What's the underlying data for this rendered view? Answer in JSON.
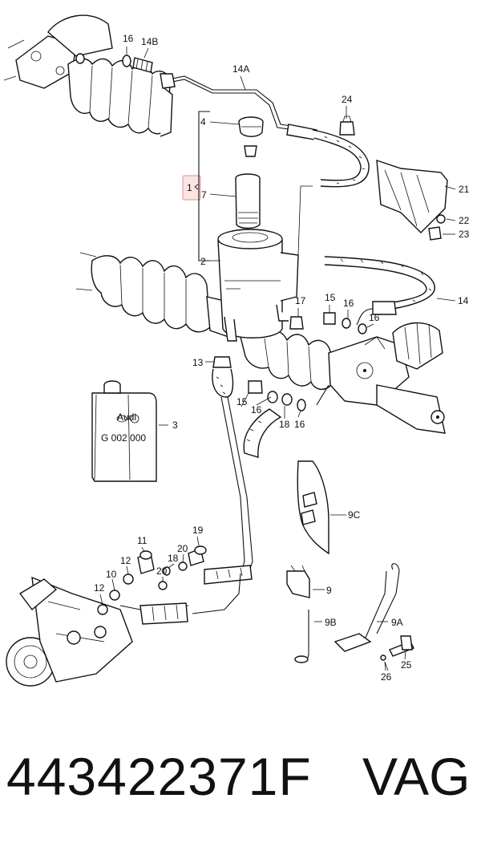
{
  "callouts": {
    "c1": "1",
    "c2": "2",
    "c3": "3",
    "c4": "4",
    "c7": "7",
    "c9": "9",
    "c9a": "9A",
    "c9b": "9B",
    "c9c": "9C",
    "c10": "10",
    "c11": "11",
    "c12a": "12",
    "c12b": "12",
    "c13": "13",
    "c14": "14",
    "c14a": "14A",
    "c14b": "14B",
    "c15a": "15",
    "c15b": "15",
    "c16a": "16",
    "c16b": "16",
    "c16c": "16",
    "c16d": "16",
    "c16e": "16",
    "c17": "17",
    "c18a": "18",
    "c18b": "18",
    "c19": "19",
    "c20a": "20",
    "c20b": "20",
    "c21": "21",
    "c22": "22",
    "c23": "23",
    "c24": "24",
    "c25": "25",
    "c26": "26"
  },
  "can_label": "G 002 000",
  "can_logo": "Audi",
  "footer": {
    "part_number": "443422371F",
    "brand": "VAG"
  },
  "colors": {
    "highlight_box": "#e8a0a0",
    "ink": "#111111"
  }
}
